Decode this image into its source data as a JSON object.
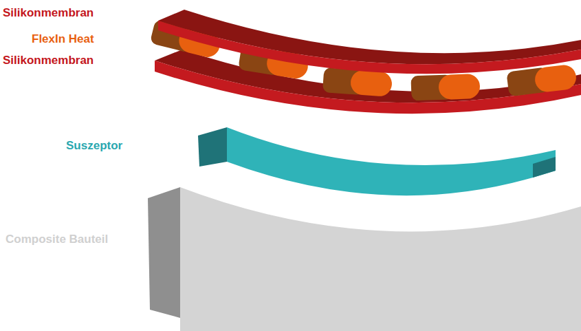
{
  "diagram": {
    "labels": [
      "Silikonmembran",
      "FlexIn Heat",
      "Silikonmembran",
      "Suszeptor",
      "Composite Bauteil"
    ]
  }
}
